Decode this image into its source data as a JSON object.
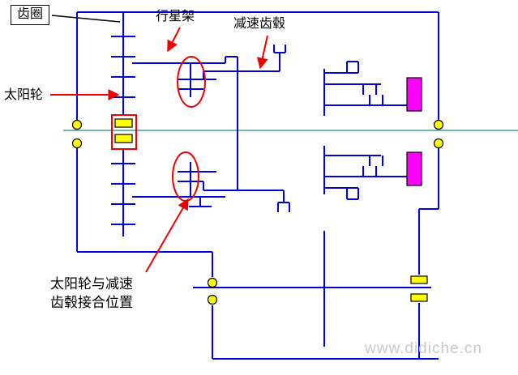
{
  "diagram": {
    "labels": {
      "ring_gear": "齿圈",
      "planet_carrier": "行星架",
      "reduction_hub": "减速齿毂",
      "sun_gear": "太阳轮",
      "engagement_position_line1": "太阳轮与减速",
      "engagement_position_line2": "齿毂接合位置"
    },
    "watermark": "www.didiche.cn",
    "colors": {
      "line_blue": "#0000dd",
      "axis_teal": "#3f9f93",
      "highlight_red": "#ee0000",
      "bearing_yellow": "#ffff00",
      "drum_magenta": "#ff00ff",
      "label_black": "#000000",
      "watermark_gray": "#c9c9c9",
      "background_white": "#ffffff"
    }
  }
}
